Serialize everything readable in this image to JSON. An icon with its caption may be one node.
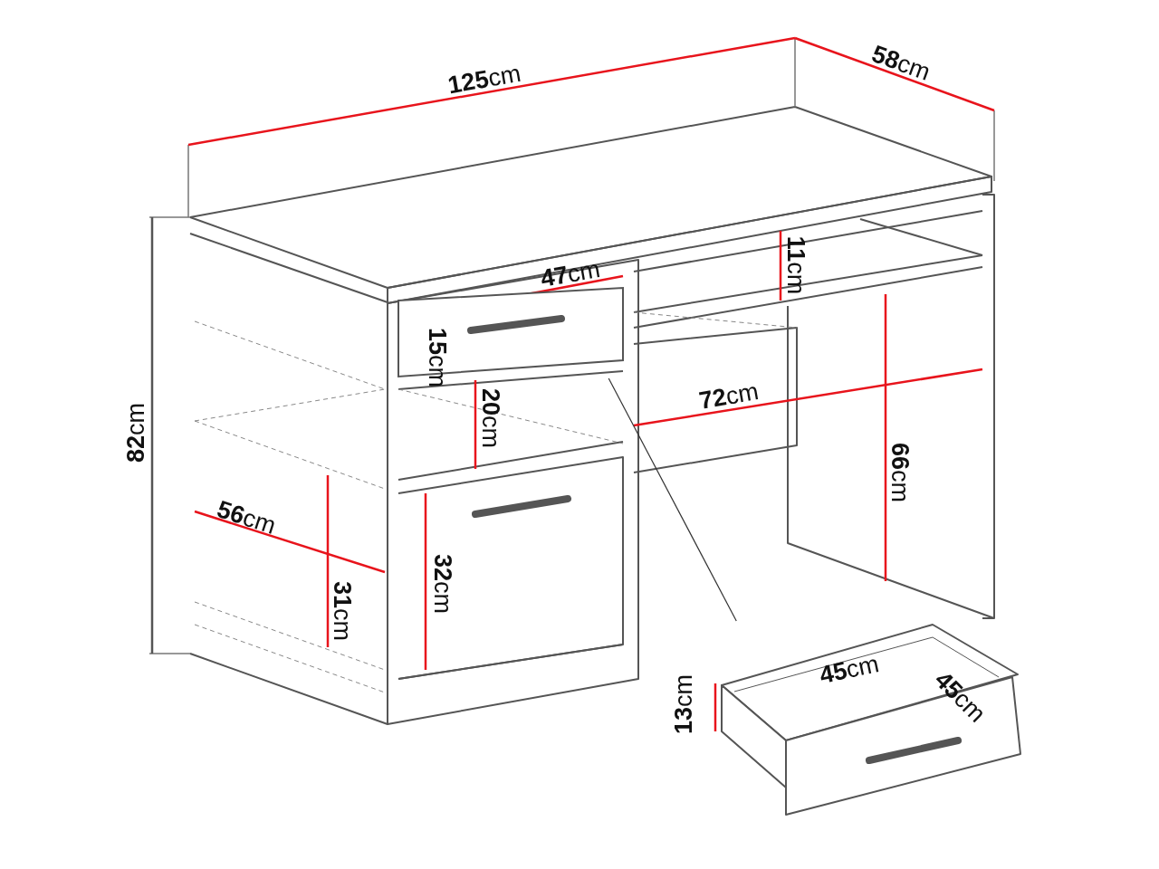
{
  "diagram": {
    "nodes": [
      {
        "text": [],
        "shape": "picture"
      },
      {
        "text": [],
        "shape": "picture"
      }
    ],
    "edges": [
      {
        "from": 0,
        "to": 1,
        "arrow": "none"
      }
    ],
    "labels": [
      "**125**cm",
      "**58**cm",
      "**11**cm",
      "**47**cm",
      "**15**cm",
      "**20**cm",
      "**72**cm",
      "**82**cm",
      "**66**cm",
      "**56**cm",
      "**32**cm",
      "**31**cm",
      "**13**cm",
      "**45**cm",
      "**45**cm"
    ]
  }
}
